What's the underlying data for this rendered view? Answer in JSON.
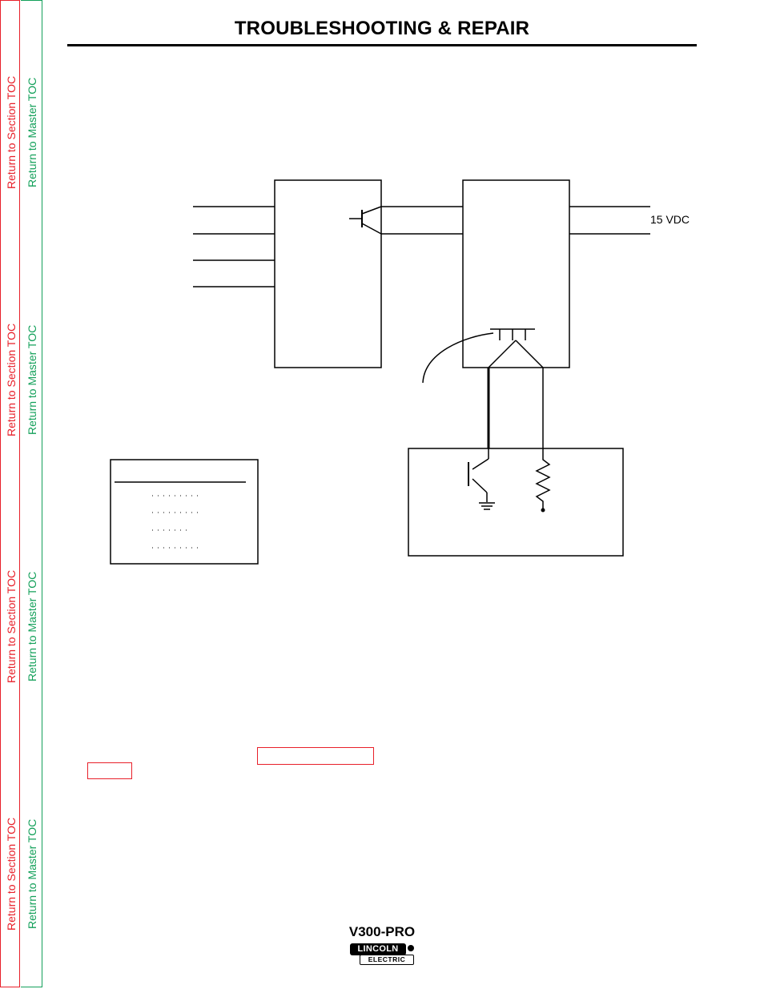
{
  "header": {
    "title": "TROUBLESHOOTING & REPAIR"
  },
  "side_nav": {
    "section_toc_label": "Return to Section TOC",
    "master_toc_label": "Return to Master TOC"
  },
  "diagram": {
    "voltage_label": "15 VDC"
  },
  "footer": {
    "model": "V300-PRO",
    "logo_top": "LINCOLN",
    "logo_bottom": "ELECTRIC"
  }
}
